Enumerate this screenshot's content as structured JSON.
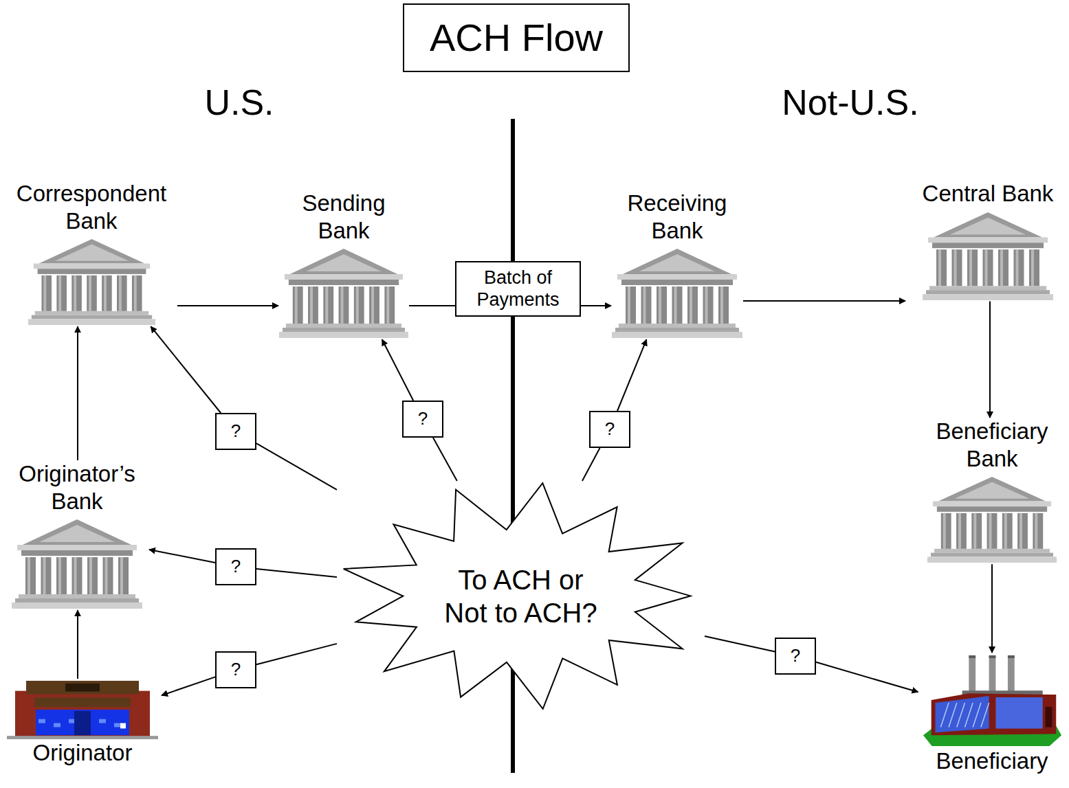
{
  "diagram": {
    "title": "ACH Flow",
    "nodes": [
      {
        "text": [
          "Correspondent Bank"
        ]
      },
      {
        "text": [
          "Sending Bank"
        ]
      },
      {
        "text": [
          "Batch of Payments"
        ]
      },
      {
        "text": [
          "Receiving Bank"
        ]
      },
      {
        "text": [
          "Central Bank"
        ]
      },
      {
        "text": [
          "Beneficiary Bank"
        ]
      },
      {
        "text": [
          "?"
        ]
      },
      {
        "text": [
          "?"
        ]
      },
      {
        "text": [
          "?"
        ]
      },
      {
        "text": [
          "Originator’s Bank"
        ]
      },
      {
        "text": [
          "?"
        ]
      },
      {
        "text": [
          "To ACH or Not to ACH?"
        ]
      },
      {
        "text": [
          "?"
        ]
      },
      {
        "text": [
          "?"
        ]
      },
      {
        "text": [
          "Originator"
        ]
      },
      {
        "text": [
          "Beneficiary"
        ]
      }
    ],
    "edges": [
      {
        "from": 0,
        "to": 1,
        "arrow": "to"
      },
      {
        "from": 1,
        "to": 2,
        "arrow": "none"
      },
      {
        "from": 2,
        "to": 3,
        "arrow": "to"
      },
      {
        "from": 3,
        "to": 4,
        "arrow": "to"
      },
      {
        "from": 4,
        "to": 5,
        "arrow": "to"
      },
      {
        "from": 5,
        "to": 15,
        "arrow": "to"
      },
      {
        "from": 14,
        "to": 9,
        "arrow": "to"
      },
      {
        "from": 9,
        "to": 0,
        "arrow": "to"
      },
      {
        "from": 11,
        "to": 6,
        "arrow": "none"
      },
      {
        "from": 6,
        "to": 0,
        "arrow": "to"
      },
      {
        "from": 11,
        "to": 7,
        "arrow": "none"
      },
      {
        "from": 7,
        "to": 1,
        "arrow": "to"
      },
      {
        "from": 11,
        "to": 8,
        "arrow": "none"
      },
      {
        "from": 8,
        "to": 3,
        "arrow": "to"
      },
      {
        "from": 11,
        "to": 10,
        "arrow": "none"
      },
      {
        "from": 10,
        "to": 9,
        "arrow": "to"
      },
      {
        "from": 11,
        "to": 12,
        "arrow": "none"
      },
      {
        "from": 12,
        "to": 14,
        "arrow": "to"
      },
      {
        "from": 11,
        "to": 13,
        "arrow": "none"
      },
      {
        "from": 13,
        "to": 15,
        "arrow": "to"
      }
    ],
    "labels": [
      "U.S.",
      "Not-U.S."
    ]
  }
}
